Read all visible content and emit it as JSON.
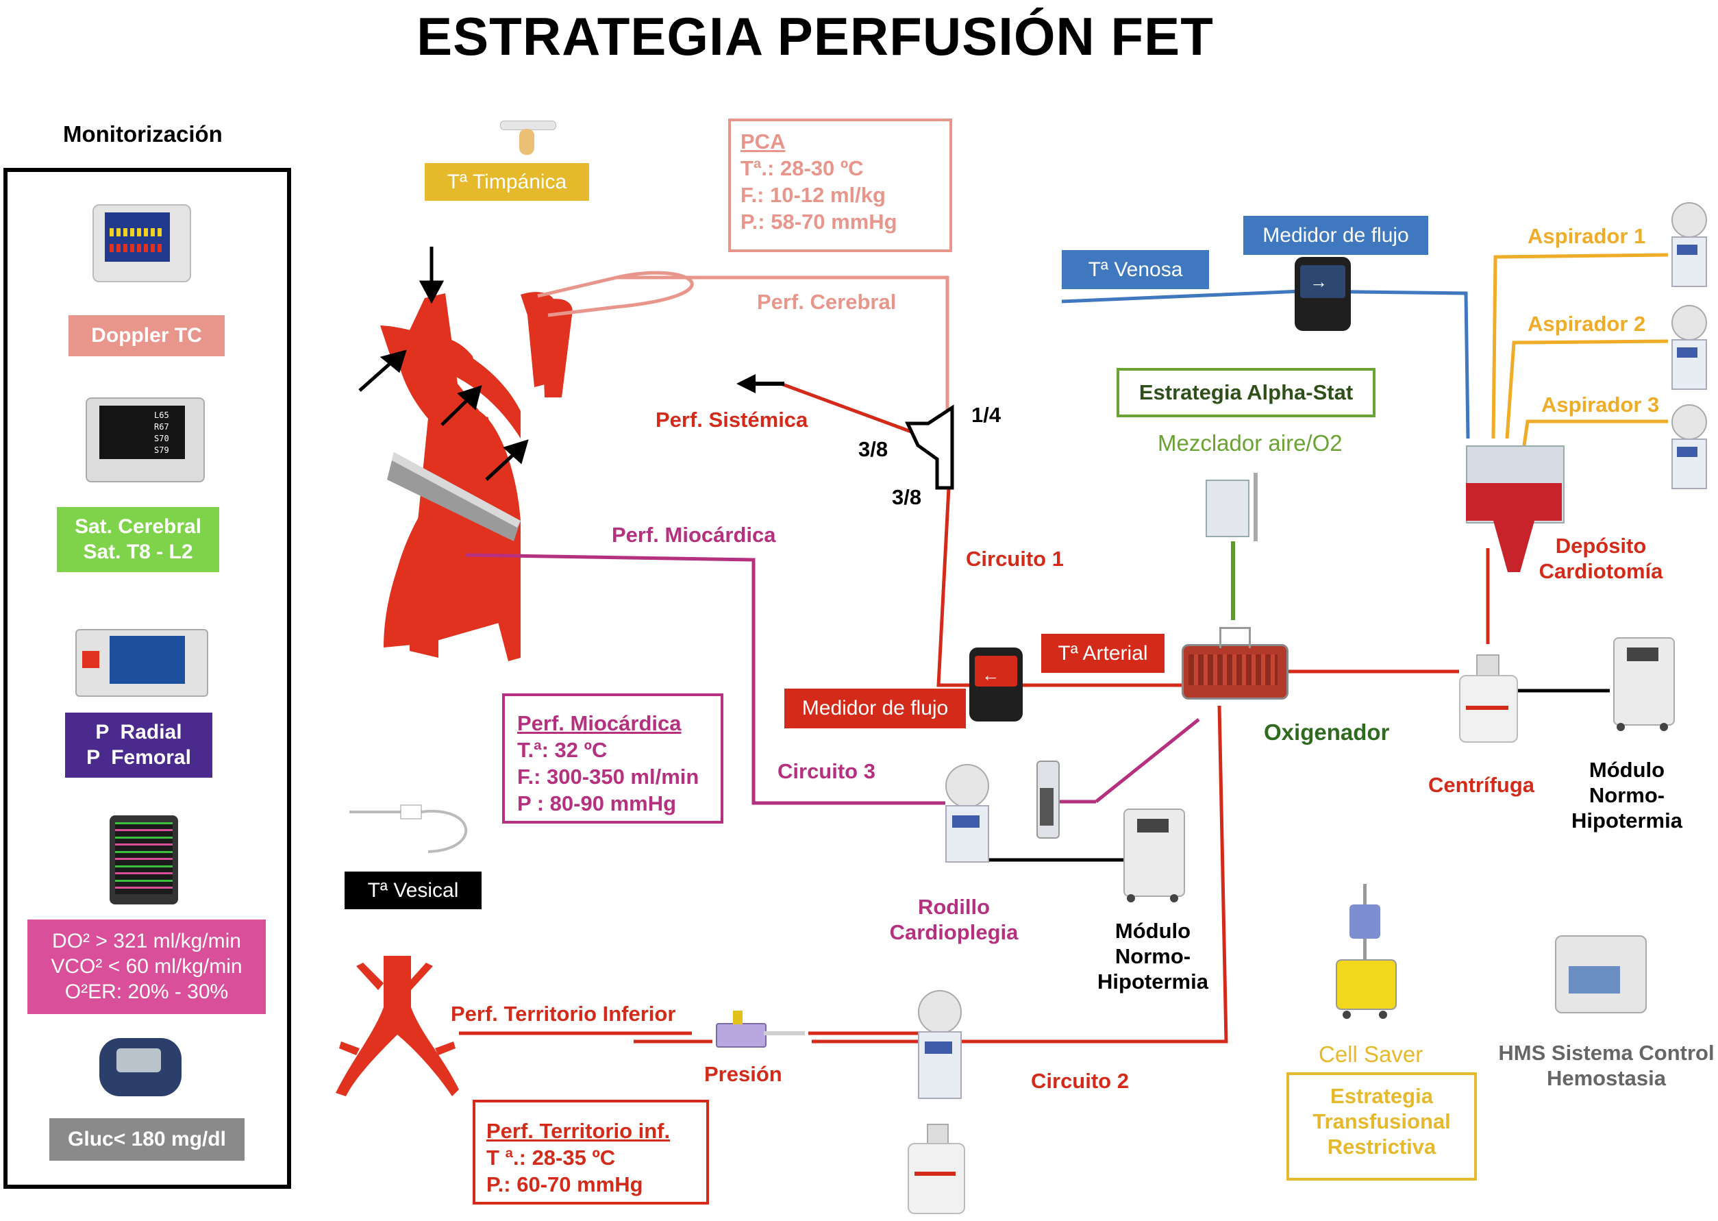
{
  "title": "ESTRATEGIA PERFUSIÓN FET",
  "monitor": {
    "heading": "Monitorización",
    "doppler": "Doppler TC",
    "sat": [
      "Sat. Cerebral",
      "Sat. T8 - L2"
    ],
    "pressure": [
      "P  Radial",
      "P  Femoral"
    ],
    "do2": [
      "DO² > 321 ml/kg/min",
      "VCO² < 60 ml/kg/min",
      "O²ER: 20% - 30%"
    ],
    "gluc": "Gluc< 180 mg/dl"
  },
  "temps": {
    "timpanica": "Tª Timpánica",
    "vesical": "Tª Vesical",
    "venosa": "Tª Venosa",
    "arterial": "Tª Arterial"
  },
  "pca": {
    "title": "PCA",
    "lines": [
      "Tª.: 28-30 ºC",
      "F.: 10-12 ml/kg",
      "P.: 58-70 mmHg"
    ]
  },
  "labels": {
    "perf_cerebral": "Perf. Cerebral",
    "perf_sistemica": "Perf. Sistémica",
    "perf_miocardica": "Perf. Miocárdica",
    "perf_territorio_inferior": "Perf. Territorio Inferior",
    "circuito1": "Circuito 1",
    "circuito2": "Circuito 2",
    "circuito3": "Circuito 3",
    "size_14": "1/4",
    "size_38a": "3/8",
    "size_38b": "3/8",
    "medidor_flujo_art": "Medidor de flujo",
    "medidor_flujo_ven": "Medidor de flujo",
    "presion": "Presión",
    "rodillo": [
      "Rodillo",
      "Cardioplegia"
    ],
    "modulo1": [
      "Módulo",
      "Normo-",
      "Hipotermia"
    ],
    "modulo2": [
      "Módulo",
      "Normo-",
      "Hipotermia"
    ],
    "oxigenador": "Oxigenador",
    "centrifuga": "Centrífuga",
    "alpha_stat": "Estrategia Alpha-Stat",
    "mezclador": "Mezclador aire/O2",
    "aspirador1": "Aspirador 1",
    "aspirador2": "Aspirador 2",
    "aspirador3": "Aspirador 3",
    "deposito": [
      "Depósito",
      "Cardiotomía"
    ],
    "cell_saver": "Cell Saver",
    "transfusion": [
      "Estrategia",
      "Transfusional",
      "Restrictiva"
    ],
    "hms": [
      "HMS Sistema Control",
      "Hemostasia"
    ]
  },
  "perf_mio_box": {
    "title": "Perf. Miocárdica",
    "lines": [
      "T.ª: 32 ºC",
      "F.: 300-350 ml/min",
      "P : 80-90 mmHg"
    ]
  },
  "perf_inf_box": {
    "title": "Perf. Territorio inf.",
    "lines": [
      "T ª.: 28-35 ºC",
      "P.: 60-70 mmHg"
    ]
  },
  "colors": {
    "red": "#d42a1a",
    "salmon": "#e8958c",
    "purple": "#b5307f",
    "blue": "#3f78bf",
    "orange": "#eeac28",
    "green": "#6aa234",
    "navy": "#4a2a8c",
    "pink": "#d94f9a",
    "gray": "#8a8a8a"
  }
}
